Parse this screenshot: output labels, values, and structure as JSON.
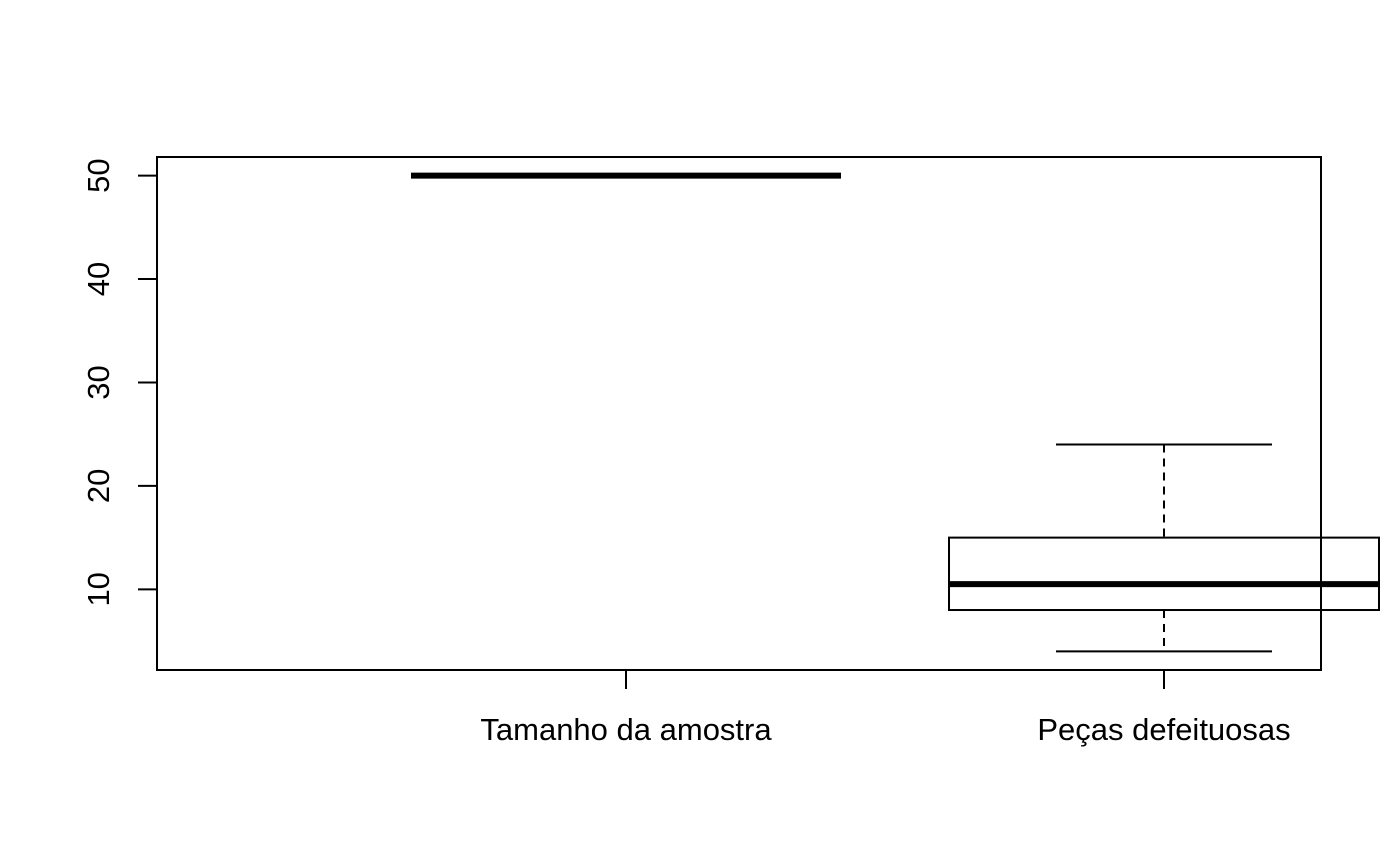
{
  "chart_data": {
    "type": "boxplot",
    "title": "",
    "xlabel": "",
    "ylabel": "",
    "categories": [
      "Tamanho da amostra",
      "Peças defeituosas"
    ],
    "boxes": [
      {
        "name": "Tamanho da amostra",
        "min": 50,
        "q1": 50,
        "median": 50,
        "q3": 50,
        "max": 50
      },
      {
        "name": "Peças defeituosas",
        "min": 4,
        "q1": 8,
        "median": 10.5,
        "q3": 15,
        "max": 24
      }
    ],
    "ylim": [
      2.2,
      51.8
    ],
    "yticks": [
      "10",
      "20",
      "30",
      "40",
      "50"
    ],
    "grid": false,
    "line_color": "#000000",
    "background_color": "#ffffff"
  }
}
